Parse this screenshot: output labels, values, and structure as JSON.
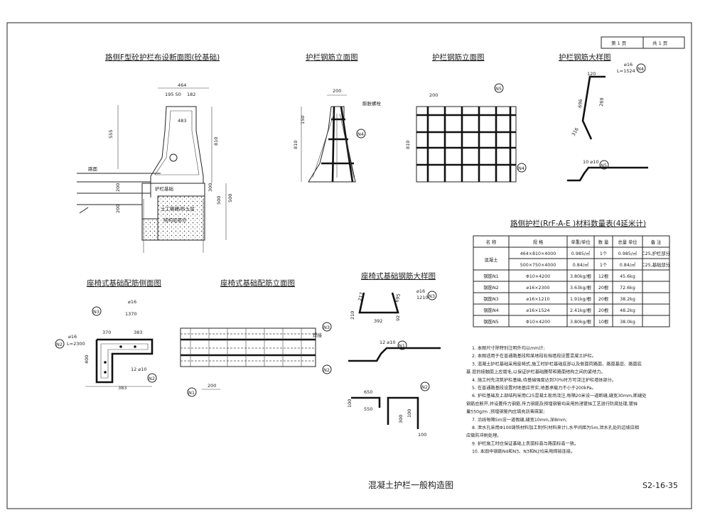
{
  "page": {
    "page_label": "第 1 页",
    "total_label": "共 1 页",
    "main_title": "混凝土护栏一般构造图",
    "drawing_no": "S2-16-35"
  },
  "titles": {
    "section": "路侧F型砼护栏布设断面图(砼基础)",
    "elev1": "护栏钢筋立面图",
    "elev2": "护栏钢筋立面图",
    "detail": "护栏钢筋大样图",
    "seat_side": "座椅式基础配筋侧面图",
    "seat_elev": "座椅式基础配筋立面图",
    "seat_detail": "座椅式基础钢筋大样图",
    "table": "路侧护栏(RrF-A-E )材料数量表(4延米计)"
  },
  "labels": {
    "expansion_bolt": "膨胀螺栓",
    "road": "路面",
    "guardrail_base": "护栏基础",
    "soil1": "土工格栅/砂土层",
    "soil2": "结构层部分",
    "weld": "焊接"
  },
  "dims": {
    "d464": "464",
    "d19550": "195 50",
    "d182": "182",
    "d483": "483",
    "d555": "555",
    "d810": "810",
    "d200a": "200",
    "d200b": "200",
    "d500": "500",
    "d500b": "500",
    "d300": "300",
    "d150": "150",
    "d200c": "200",
    "d810b": "810",
    "d200d": "200",
    "d810c": "810",
    "d120": "120",
    "d269": "269",
    "d696": "696",
    "d316": "316",
    "d370": "370",
    "d383": "383",
    "d383b": "383",
    "d400": "400",
    "d200e": "200",
    "d217": "217",
    "d695": "695",
    "d210": "210",
    "d392": "392",
    "d92": "92",
    "d650": "650",
    "d550": "550",
    "d100": "100",
    "d300b": "300",
    "d100b": "100",
    "d100c": "100"
  },
  "rebar": {
    "n1_label": "N1",
    "n2_label": "N2",
    "n3_label": "N3",
    "n4_label": "N4",
    "n5_label": "N5",
    "n4_spec": "⌀16",
    "n4_len": "L=1524",
    "n5_spec": "10 ⌀10",
    "n3_spec": "⌀16",
    "n3_len": "1370",
    "n2_spec": "⌀16",
    "n2_len": "L=2300",
    "n2b_spec": "12 ⌀10",
    "n1_spec": "12 ⌀10",
    "n3b_spec": "⌀16",
    "n3b_len": "1210"
  },
  "table": {
    "headers": [
      "名 称",
      "规 格",
      "单重/单位",
      "数 量",
      "总量 单位",
      "备 注"
    ],
    "rows": [
      [
        "混凝土",
        "464×810×4000",
        "0.985/㎡",
        "1个",
        "0.985/㎡",
        "C25,护栏部分"
      ],
      [
        "",
        "500×750×4000",
        "0.84/㎡",
        "1个",
        "0.84/㎡",
        "C25,基础部分"
      ],
      [
        "钢筋N1",
        "Φ10×4200",
        "3.80kg/根",
        "12根",
        "45.6kg",
        ""
      ],
      [
        "钢筋N2",
        "⌀16×2300",
        "3.63kg/根",
        "20根",
        "72.6kg",
        ""
      ],
      [
        "钢筋N3",
        "⌀16×1210",
        "1.91kg/根",
        "20根",
        "38.2kg",
        ""
      ],
      [
        "钢筋N4",
        "⌀16×1524",
        "2.41kg/根",
        "20根",
        "48.2kg",
        ""
      ],
      [
        "钢筋N5",
        "Φ10×4200",
        "3.80kg/根",
        "10根",
        "38.0kg",
        ""
      ]
    ]
  },
  "notes": [
    "1. 本图尺寸除特别注明外均以mm计;",
    "2. 本图适用于在普通路基段和某地段石挡墙段设置混凝土护栏。",
    "3. 混凝土护栏基础采用座椅式,施工时护栏基础底部以及侧面同路面、路面基层、路面底",
    "基 层的接触面上应凿毛,以保证护栏基础腰帮和路面结构之间的紧结力。",
    "4. 施工时先浇筑护栏基础,待基础强度达到70%时方可浇注护栏墙体部分。",
    "5. 在普通路基段设置时地基应夯实,地基承载力不小于200kPa。",
    "6. 护栏基础及上部结构采用C25混凝土现场浇注,每隔20米设一道断缝,缝宽30mm,断缝处",
    "钢筋应断开,并设置传力钢筋,传力钢筋及预埋钢管均采用热浸镀锌工艺进行防腐处理,镀锌",
    "量550g/m ,预埋钢管内应填充沥青麻絮;",
    "7. 沿线每隔5m设一道假缝,缝宽10mm,深8mm;",
    "8. 泄水孔采用Φ100铸铁材料加工制作(材料来计),水平间距为5m,泄水孔处的边坡应相",
    "应做防冲刷处理。",
    "9. 护栏施工时应保证基础上表面标高与路面标高一致。",
    "10. 本图中钢筋N4和N3、N3和N2均采用焊接连接。"
  ],
  "colors": {
    "ink": "#222222",
    "paper": "#ffffff"
  }
}
